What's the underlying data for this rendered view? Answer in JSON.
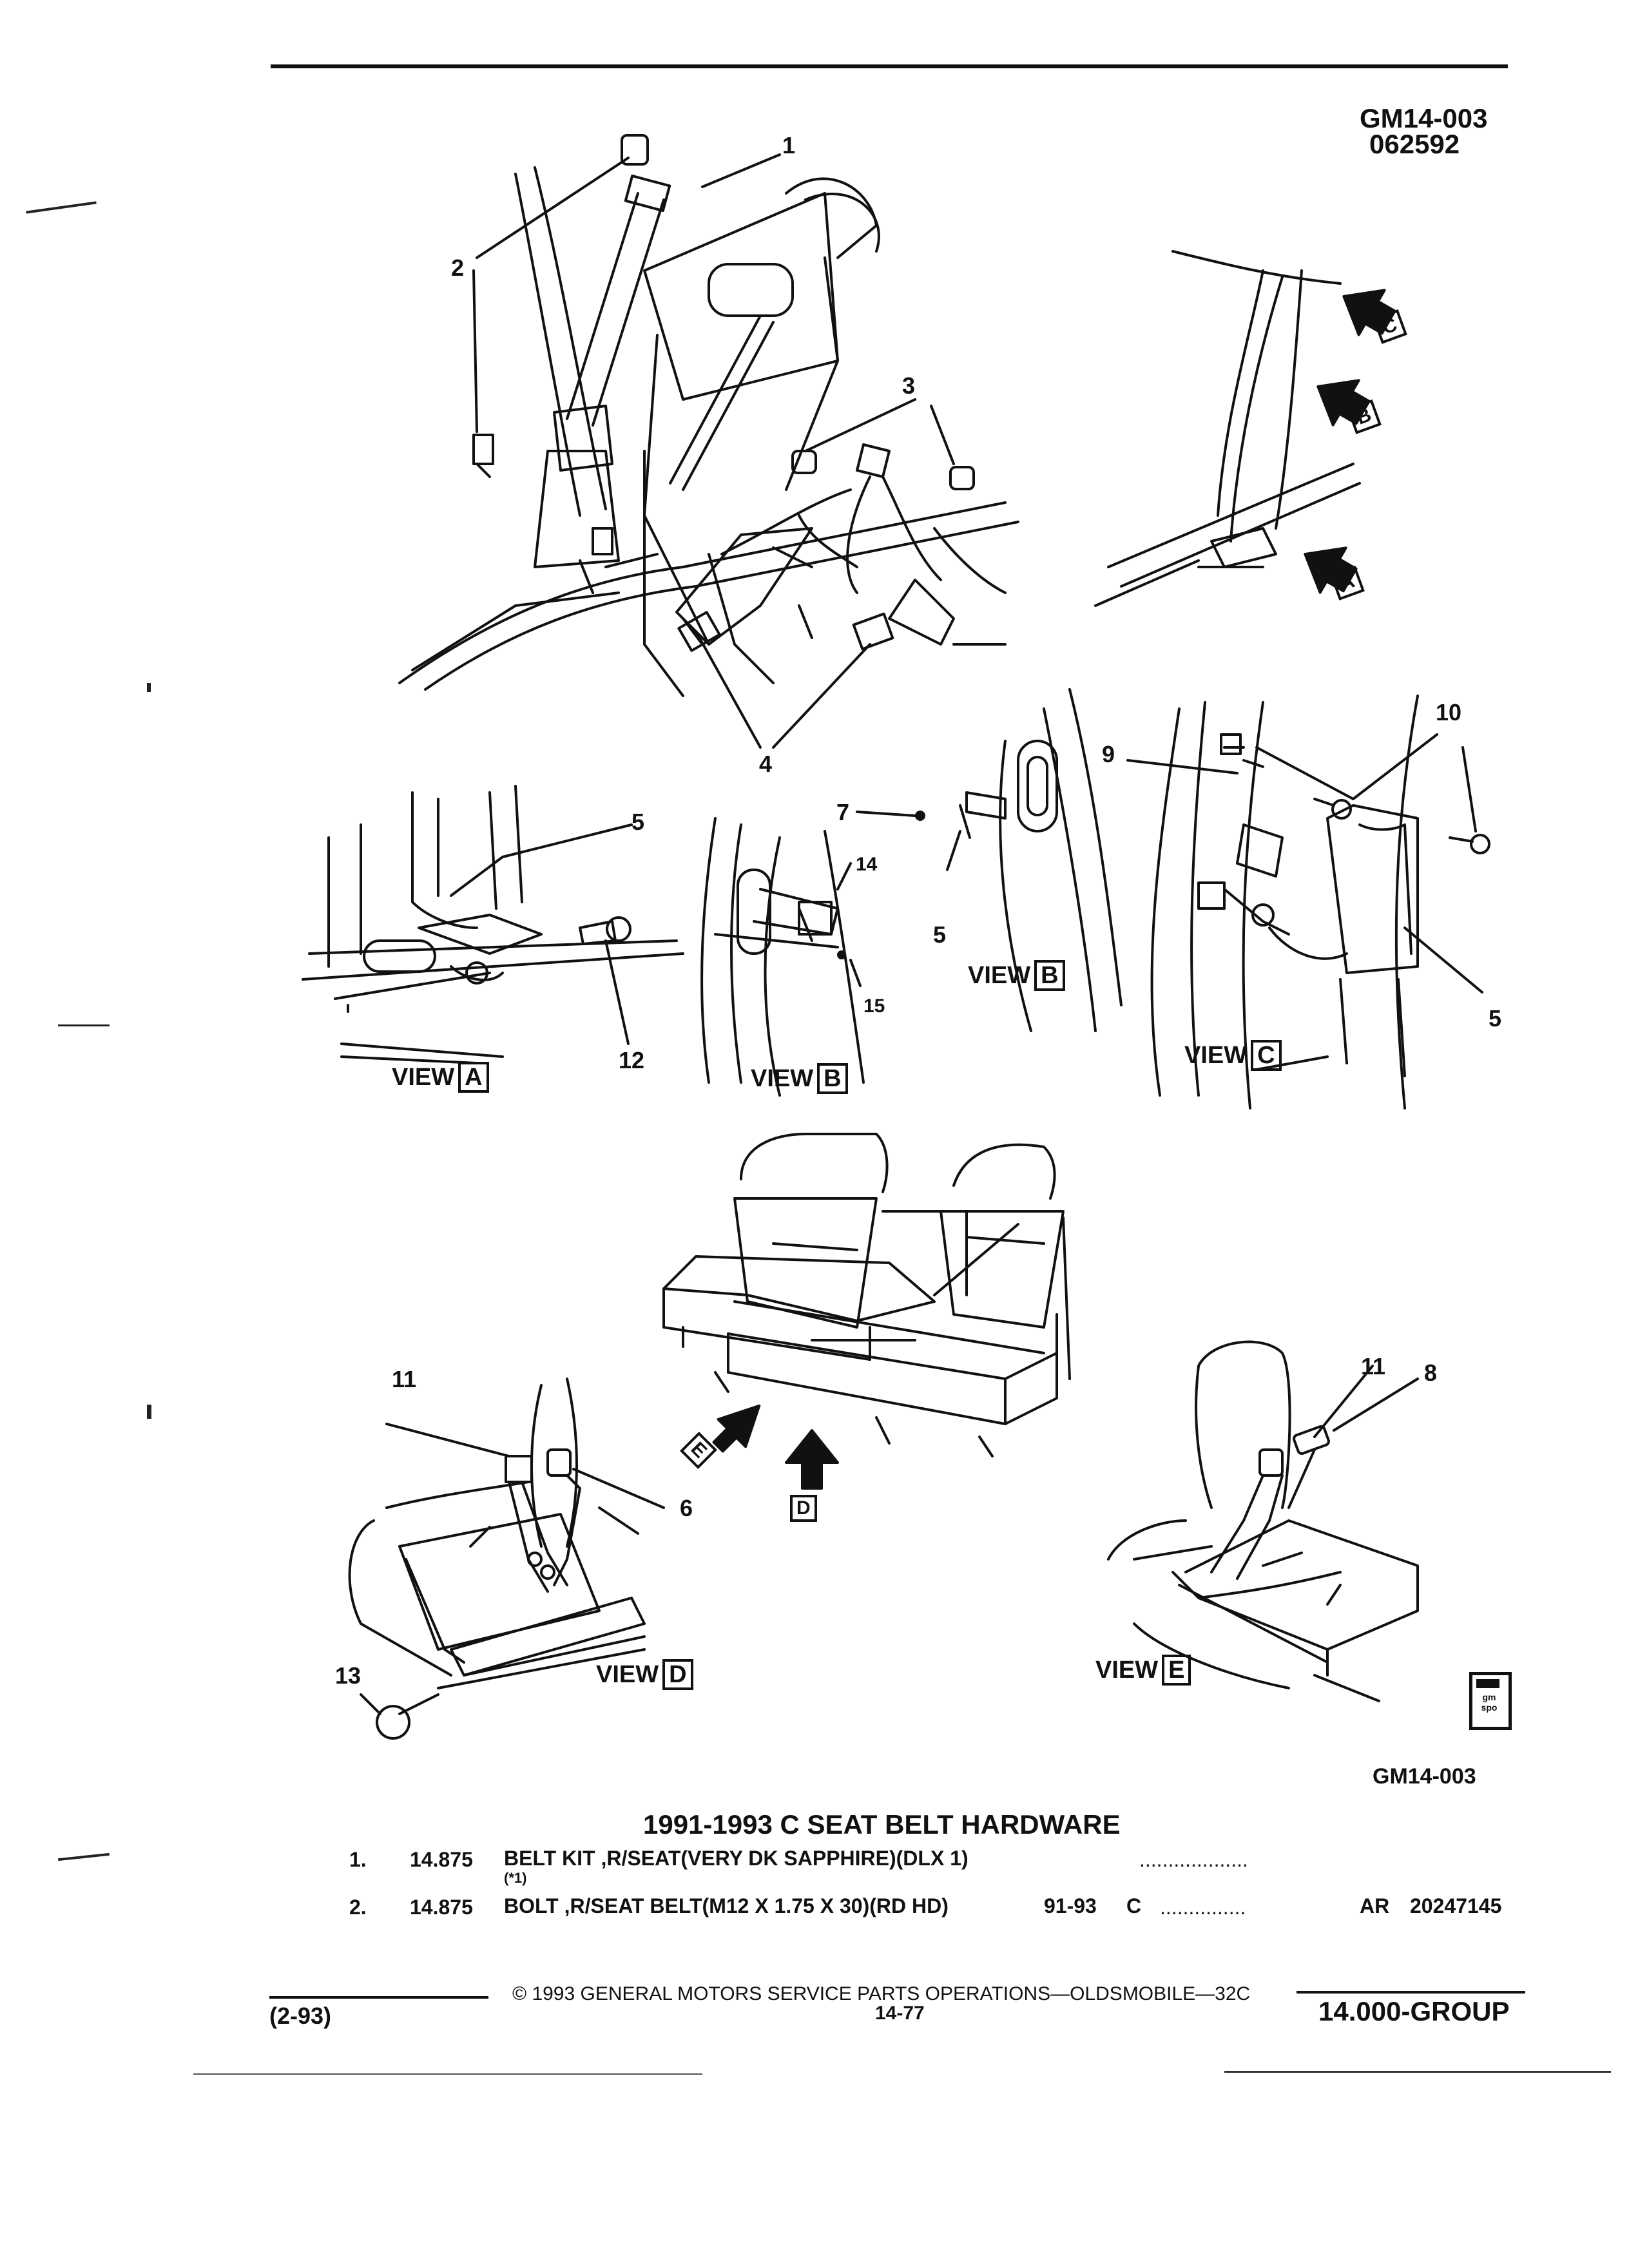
{
  "doc": {
    "ref_code": "GM14-003",
    "date_code": "062592",
    "figure_code": "GM14-003",
    "title": "1991-1993 C SEAT BELT HARDWARE"
  },
  "callouts": [
    "1",
    "2",
    "3",
    "4",
    "5",
    "5",
    "5",
    "6",
    "7",
    "8",
    "9",
    "10",
    "11",
    "11",
    "12",
    "13",
    "14",
    "15"
  ],
  "views": {
    "a": {
      "word": "VIEW",
      "letter": "A"
    },
    "b1": {
      "word": "VIEW",
      "letter": "B"
    },
    "b2": {
      "word": "VIEW",
      "letter": "B"
    },
    "c": {
      "word": "VIEW",
      "letter": "C"
    },
    "d": {
      "word": "VIEW",
      "letter": "D"
    },
    "e": {
      "word": "VIEW",
      "letter": "E"
    }
  },
  "arrow_letters": [
    "C",
    "B",
    "A",
    "E",
    "D"
  ],
  "parts": [
    {
      "num": "1.",
      "code": "14.875",
      "desc": "BELT KIT ,R/SEAT(VERY DK SAPPHIRE)(DLX 1)",
      "note": "(*1)",
      "years": "",
      "series": "",
      "dots": "...................",
      "qty": "",
      "part_no": ""
    },
    {
      "num": "2.",
      "code": "14.875",
      "desc": "BOLT ,R/SEAT BELT(M12 X 1.75 X 30)(RD HD)",
      "note": "",
      "years": "91-93",
      "series": "C",
      "dots": "...............",
      "qty": "AR",
      "part_no": "20247145"
    }
  ],
  "footer": {
    "copyright": "© 1993 GENERAL MOTORS SERVICE PARTS OPERATIONS—OLDSMOBILE—32C",
    "date": "(2-93)",
    "page": "14-77",
    "group": "14.000-GROUP"
  },
  "logo": {
    "text": "gm spo"
  }
}
